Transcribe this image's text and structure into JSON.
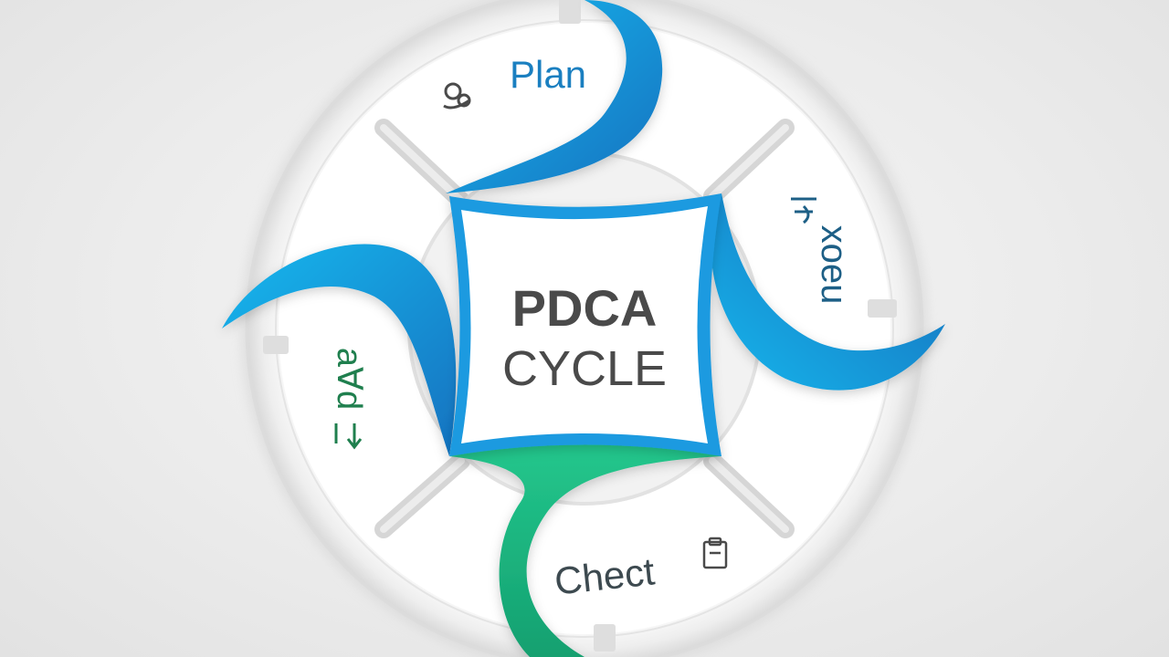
{
  "center": {
    "line1": "PDCA",
    "line2": "CYCLE"
  },
  "segments": [
    {
      "label": "Plan",
      "icon": "gears-icon",
      "color": "#1a7fc0"
    },
    {
      "label": "xoeu",
      "icon": "arrow-loop-icon",
      "color": "#1d5f86"
    },
    {
      "label": "Chect",
      "icon": "clipboard-icon",
      "color": "#3d4a50"
    },
    {
      "label": "a∀d",
      "icon": "arrow-down-icon",
      "color": "#1f7f4e"
    }
  ],
  "colors": {
    "blue_light": "#17b5ec",
    "blue_dark": "#1176c2",
    "green": "#20c08a",
    "green_dark": "#12986a",
    "center_text": "#4a4a4a"
  }
}
